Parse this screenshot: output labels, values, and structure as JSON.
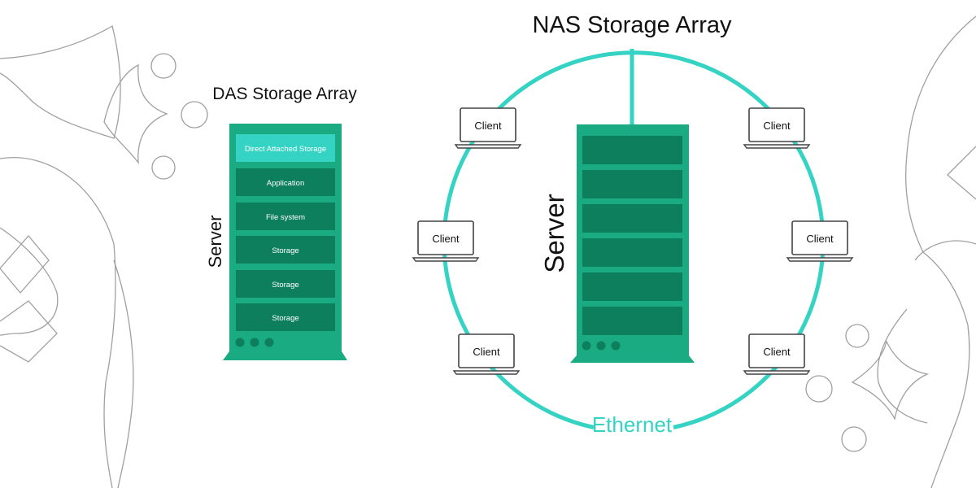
{
  "das": {
    "title": "DAS Storage Array",
    "server_label": "Server",
    "slots": [
      "Direct Attached Storage",
      "Application",
      "File system",
      "Storage",
      "Storage",
      "Storage"
    ]
  },
  "nas": {
    "title": "NAS Storage Array",
    "server_label": "Server",
    "network_label": "Ethernet",
    "clients": [
      "Client",
      "Client",
      "Client",
      "Client",
      "Client",
      "Client"
    ]
  },
  "colors": {
    "rack": "#1aab82",
    "rack_slot": "#0d7f5c",
    "accent": "#35d3c3",
    "laptop_outline": "#444444",
    "decor_line": "#9a9a9a"
  }
}
